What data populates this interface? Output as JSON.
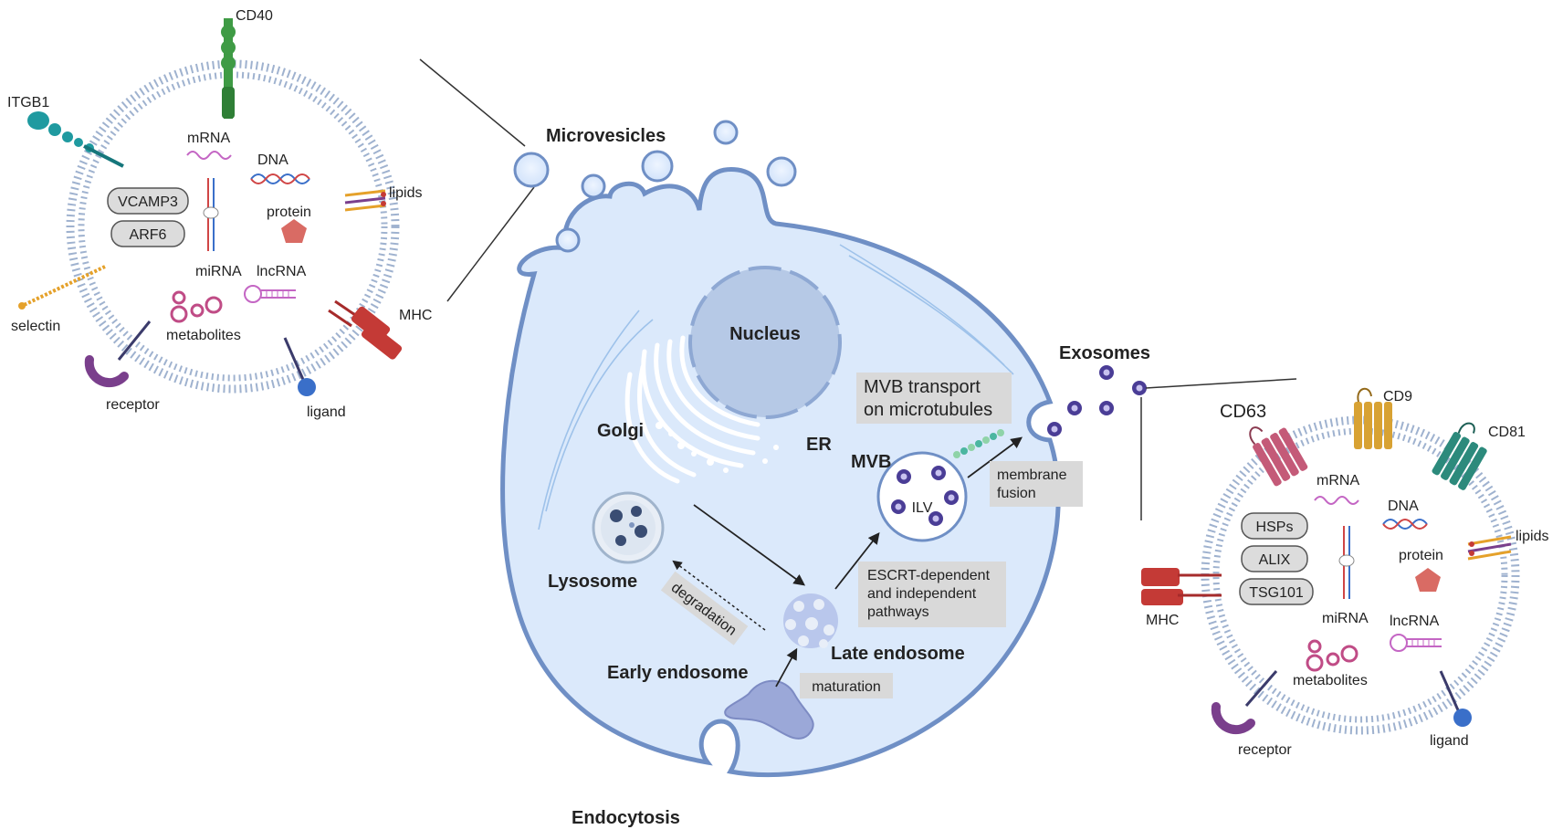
{
  "labels": {
    "microvesicles": "Microvesicles",
    "exosomes": "Exosomes",
    "nucleus": "Nucleus",
    "er": "ER",
    "golgi": "Golgi",
    "mvb": "MVB",
    "ilv": "ILV",
    "lysosome": "Lysosome",
    "late_endosome": "Late endosome",
    "early_endosome": "Early endosome",
    "endocytosis": "Endocytosis"
  },
  "boxes": {
    "mvb_transport_1": "MVB transport",
    "mvb_transport_2": "on microtubules",
    "membrane_fusion_1": "membrane",
    "membrane_fusion_2": "fusion",
    "escrt_1": "ESCRT-dependent",
    "escrt_2": "and independent",
    "escrt_3": "pathways",
    "degradation": "degradation",
    "maturation": "maturation"
  },
  "microvesicle": {
    "cd40": "CD40",
    "itgb1": "ITGB1",
    "mrna": "mRNA",
    "dna": "DNA",
    "lipids": "lipids",
    "vcamp3": "VCAMP3",
    "arf6": "ARF6",
    "protein": "protein",
    "mirna": "miRNA",
    "lncrna": "lncRNA",
    "selectin": "selectin",
    "metabolites": "metabolites",
    "mhc": "MHC",
    "receptor": "receptor",
    "ligand": "ligand"
  },
  "exosome": {
    "cd63": "CD63",
    "cd9": "CD9",
    "cd81": "CD81",
    "mrna": "mRNA",
    "dna": "DNA",
    "lipids": "lipids",
    "hsps": "HSPs",
    "alix": "ALIX",
    "tsg101": "TSG101",
    "protein": "protein",
    "mirna": "miRNA",
    "lncrna": "lncRNA",
    "mhc": "MHC",
    "metabolites": "metabolites",
    "receptor": "receptor",
    "ligand": "ligand"
  },
  "colors": {
    "cell_fill": "#dbe9fb",
    "cell_stroke": "#6f8fc5",
    "nucleus": "#b6c9e6",
    "vesicle_purple": "#4a3d96",
    "membrane_dot": "#9fb2cf",
    "label_box": "#d9d9d9",
    "mhc_red": "#c43a36",
    "cd40_green": "#3f9b45",
    "itgb1_teal": "#1f9aa0",
    "cd81_teal": "#2c8a7c",
    "cd63_pink": "#c45a78",
    "cd9_gold": "#d8a233",
    "receptor_purple": "#7a3f8c",
    "ligand_blue": "#3a6fc9",
    "selectin_orange": "#e5a12a"
  }
}
